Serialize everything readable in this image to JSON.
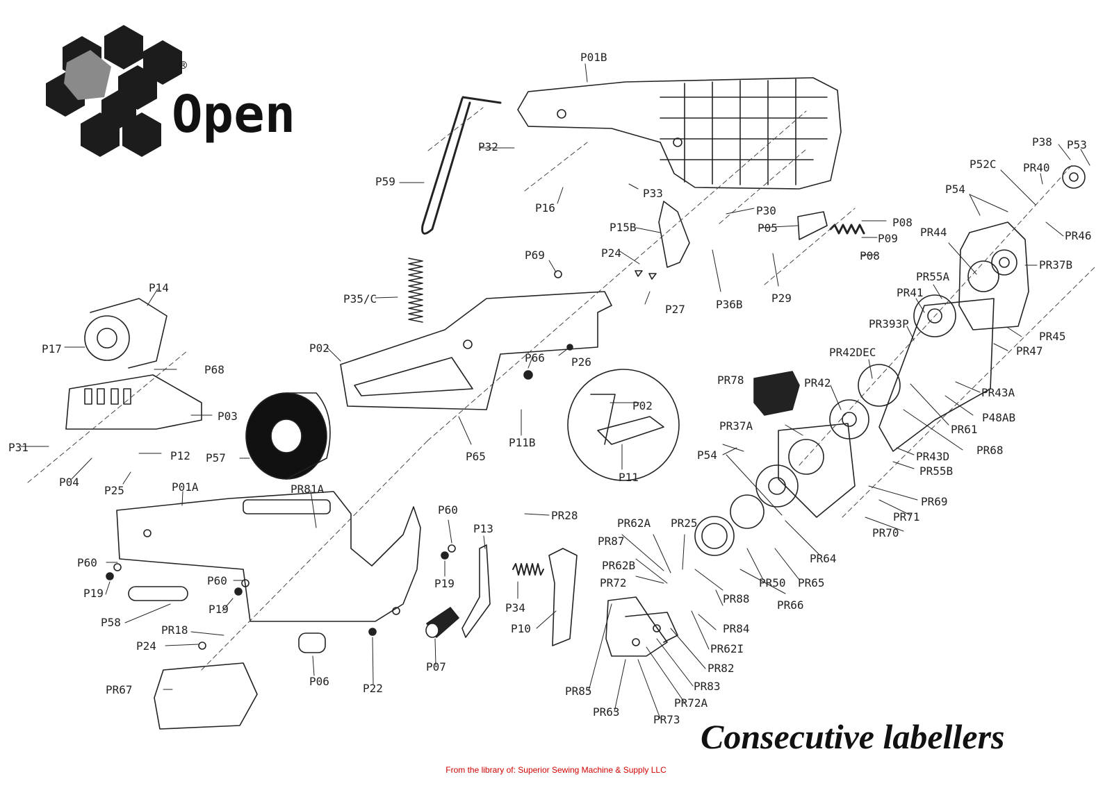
{
  "brand": {
    "name": "Open",
    "registered": "®"
  },
  "title": "Consecutive labellers",
  "footer": "From the library of: Superior Sewing Machine & Supply LLC",
  "parts": {
    "P01B": "P01B",
    "P01A": "P01A",
    "P02": "P02",
    "P03": "P03",
    "P04": "P04",
    "P05": "P05",
    "P06": "P06",
    "P07": "P07",
    "P08a": "P08",
    "P08b": "P08",
    "P09": "P09",
    "P10": "P10",
    "P11": "P11",
    "P11B": "P11B",
    "P12": "P12",
    "P13": "P13",
    "P14": "P14",
    "P15B": "P15B",
    "P16": "P16",
    "P17": "P17",
    "P19a": "P19",
    "P19b": "P19",
    "P19c": "P19",
    "P22": "P22",
    "P24a": "P24",
    "P24b": "P24",
    "P25": "P25",
    "P26": "P26",
    "P27": "P27",
    "P29": "P29",
    "P30": "P30",
    "P31": "P31",
    "P32": "P32",
    "P33": "P33",
    "P34": "P34",
    "P35C": "P35/C",
    "P36B": "P36B",
    "P38": "P38",
    "P53": "P53",
    "P52C": "P52C",
    "P54a": "P54",
    "P54b": "P54",
    "P57": "P57",
    "P58": "P58",
    "P59": "P59",
    "P60a": "P60",
    "P60b": "P60",
    "P60c": "P60",
    "P65": "P65",
    "P66": "P66",
    "P68": "P68",
    "P69": "P69",
    "P02b": "P02",
    "PR18": "PR18",
    "PR25": "PR25",
    "PR28": "PR28",
    "PR37A": "PR37A",
    "PR37B": "PR37B",
    "PR40": "PR40",
    "PR41": "PR41",
    "PR42": "PR42",
    "PR42DEC": "PR42DEC",
    "PR43A": "PR43A",
    "PR43D": "PR43D",
    "PR44": "PR44",
    "PR45": "PR45",
    "PR46": "PR46",
    "PR47": "PR47",
    "PR48AB": "P48AB",
    "PR50": "PR50",
    "PR55A": "PR55A",
    "PR55B": "PR55B",
    "PR61": "PR61",
    "PR62A": "PR62A",
    "PR62B": "PR62B",
    "PR62I": "PR62I",
    "PR63": "PR63",
    "PR64": "PR64",
    "PR65": "PR65",
    "PR66": "PR66",
    "PR67": "PR67",
    "PR68": "PR68",
    "PR69": "PR69",
    "PR70": "PR70",
    "PR71": "PR71",
    "PR72": "PR72",
    "PR72A": "PR72A",
    "PR73": "PR73",
    "PR78": "PR78",
    "PR81A": "PR81A",
    "PR82": "PR82",
    "PR83": "PR83",
    "PR84": "PR84",
    "PR85": "PR85",
    "PR87": "PR87",
    "PR88": "PR88",
    "PR393P": "PR393P"
  }
}
